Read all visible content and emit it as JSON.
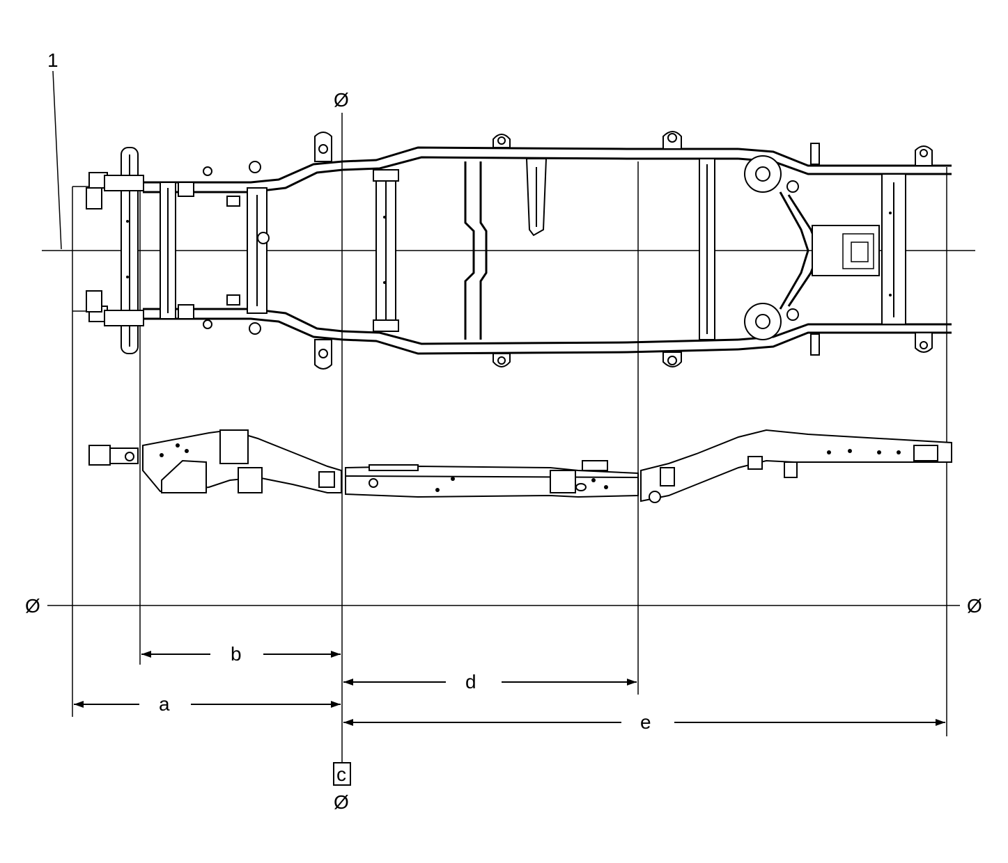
{
  "callout": "1",
  "datum_symbol": "Ø",
  "dimensions": {
    "a": "a",
    "b": "b",
    "c": "c",
    "d": "d",
    "e": "e"
  },
  "colors": {
    "line": "#000000",
    "background": "#ffffff"
  }
}
